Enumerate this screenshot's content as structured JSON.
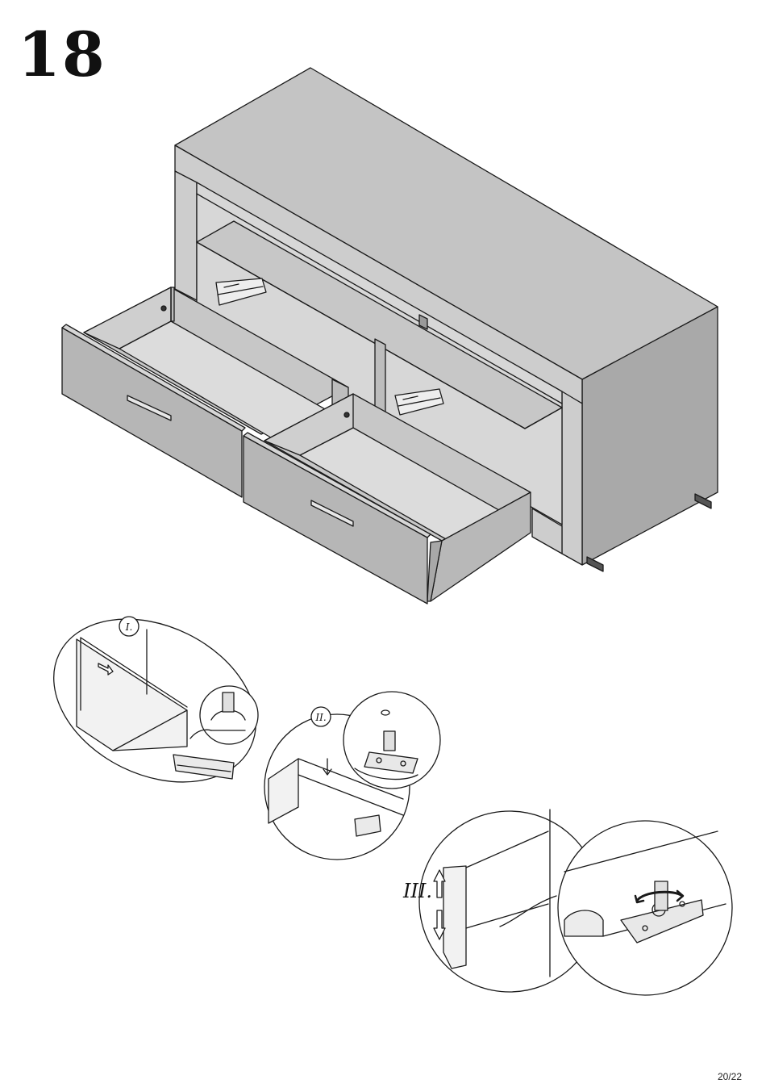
{
  "page": {
    "step_number": "18",
    "page_number": "20/22"
  },
  "details": {
    "step_1_label": "I.",
    "step_2_label": "II.",
    "step_3_label": "III."
  },
  "colors": {
    "panel_fill": "#bdbdbd",
    "panel_fill_dark": "#a9a9a9",
    "panel_fill_light": "#d4d4d4",
    "line": "#1a1a1a",
    "paper": "#ffffff"
  },
  "icons": [
    "arrow-down-icon",
    "double-arrow-vertical-icon",
    "rotate-arrows-icon"
  ]
}
